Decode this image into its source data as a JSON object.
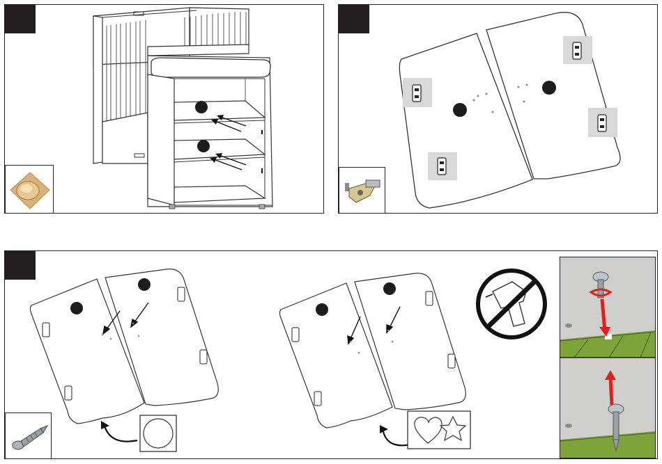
{
  "colors": {
    "step_marker": "#231f20",
    "highlight": "#d9d9d9",
    "arrow_red": "#e02020",
    "floor_green": "#7ea33a",
    "wall_grey": "#cfd0cc",
    "knob_wood": "#d8b27a"
  },
  "panels": [
    {
      "id": "panel-1",
      "part_icon": "knob-icon"
    },
    {
      "id": "panel-2",
      "part_icon": "hinge-icon"
    },
    {
      "id": "panel-3",
      "part_icon": "screw-icon",
      "option_a_icon": "circle-knob-icon",
      "option_b_icon": "heart-star-knob-icon",
      "warning_icon": "no-power-drill-icon",
      "inset_icon": "screw-in-out-icon"
    }
  ]
}
